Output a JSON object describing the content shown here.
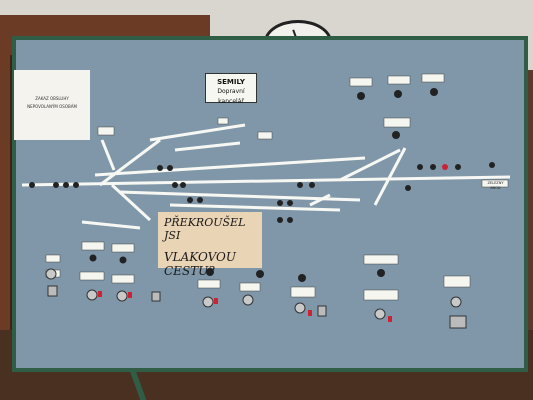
{
  "board": {
    "title_line1": "SEMILY",
    "title_line2": "Dopravní kancelář"
  },
  "notice": {
    "lines": [
      "ZAKAZ OBSLUHY",
      "NEPOVOLANÝM OSOBÁM"
    ]
  },
  "sign": {
    "line1": "PŘEKROUŠEL JSI",
    "line2": "VLAKOVOU CESTU?"
  },
  "right_label": "ZELEZNY BROD",
  "colors": {
    "panel": "#7f97a8",
    "frame": "#2f5d45",
    "track": "#f7f7f3",
    "sign": "#e9d4b6"
  }
}
